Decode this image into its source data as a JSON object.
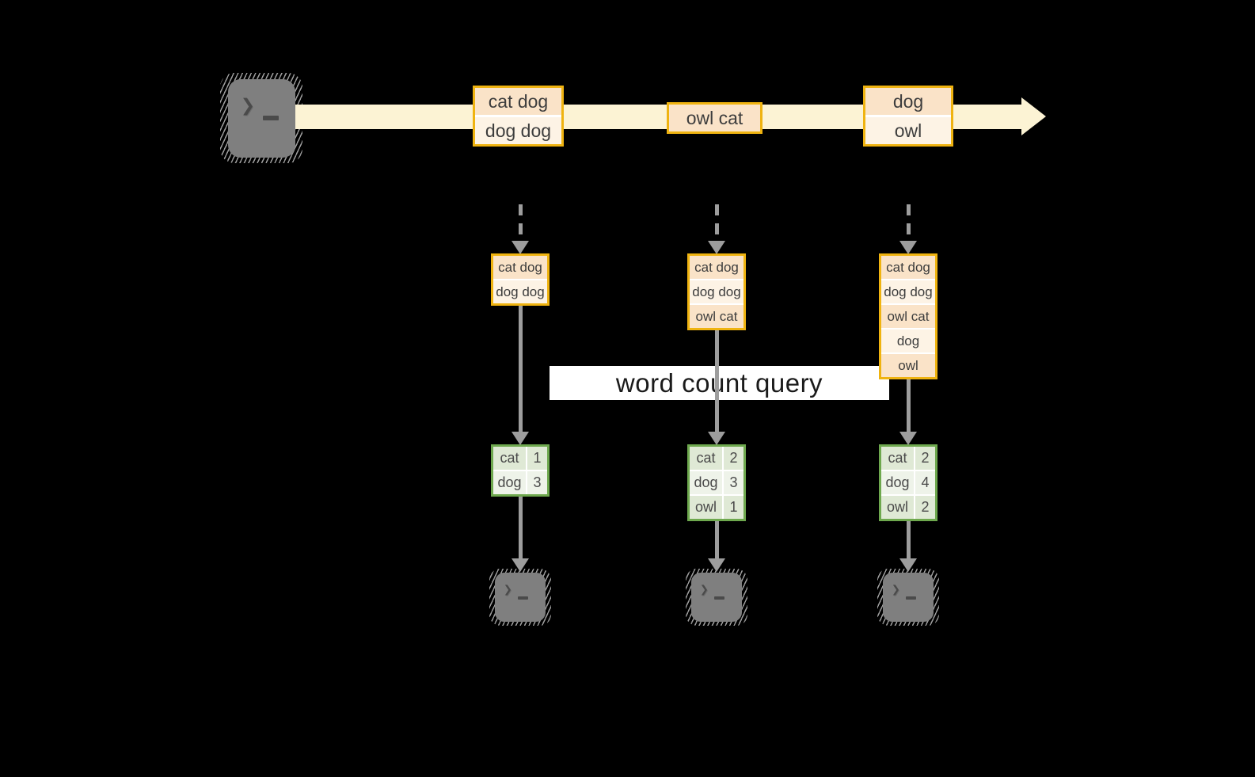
{
  "query_label": "word count query",
  "terminal": {
    "prompt_char": "❯"
  },
  "colors": {
    "background": "#000000",
    "stream_band": "#fcf3d4",
    "event_border": "#efb310",
    "event_fill_dark": "#fae3c8",
    "event_fill_light": "#fdf3e5",
    "table_border": "#6ea84e",
    "table_fill_dark": "#dfe9d5",
    "table_fill_light": "#eef3e9",
    "arrow_gray": "#9d9d9d",
    "terminal_gray": "#7f7f7f",
    "label_bg": "#ffffff"
  },
  "stream_events": [
    {
      "rows": [
        "cat dog",
        "dog dog"
      ]
    },
    {
      "rows": [
        "owl cat"
      ]
    },
    {
      "rows": [
        "dog",
        "owl"
      ]
    }
  ],
  "pipelines": [
    {
      "buffer": [
        "cat dog",
        "dog dog"
      ],
      "counts": [
        {
          "word": "cat",
          "count": "1"
        },
        {
          "word": "dog",
          "count": "3"
        }
      ]
    },
    {
      "buffer": [
        "cat dog",
        "dog dog",
        "owl cat"
      ],
      "counts": [
        {
          "word": "cat",
          "count": "2"
        },
        {
          "word": "dog",
          "count": "3"
        },
        {
          "word": "owl",
          "count": "1"
        }
      ]
    },
    {
      "buffer": [
        "cat dog",
        "dog dog",
        "owl cat",
        "dog",
        "owl"
      ],
      "counts": [
        {
          "word": "cat",
          "count": "2"
        },
        {
          "word": "dog",
          "count": "4"
        },
        {
          "word": "owl",
          "count": "2"
        }
      ]
    }
  ]
}
